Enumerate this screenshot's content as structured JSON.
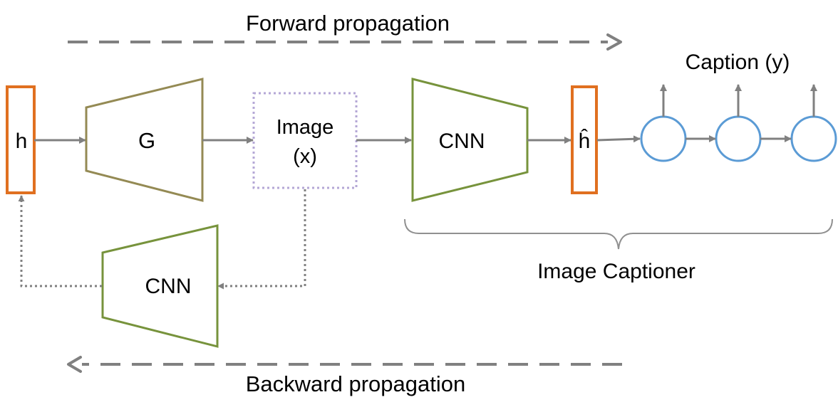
{
  "labels": {
    "forward": "Forward propagation",
    "backward": "Backward propagation",
    "caption": "Caption (y)",
    "latent_h": "h",
    "latent_h_hat": "ĥ",
    "generator": "G",
    "image_line1": "Image",
    "image_line2": "(x)",
    "cnn_top": "CNN",
    "cnn_bottom": "CNN",
    "captioner": "Image Captioner"
  },
  "colors": {
    "arrow": "#808080",
    "latent_box": "#E07020",
    "generator": "#948A54",
    "cnn": "#77933C",
    "image_box": "#B4A7D6",
    "rnn_cell": "#5B9BD5",
    "brace": "#909090"
  }
}
